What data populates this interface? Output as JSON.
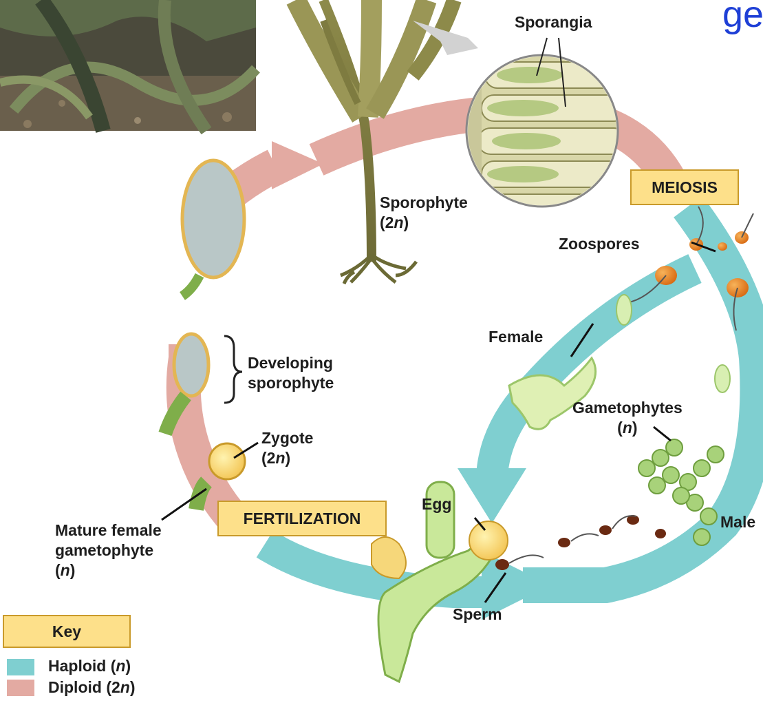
{
  "title_fragment": "ge",
  "labels": {
    "sporangia": "Sporangia",
    "sporophyte": "Sporophyte",
    "sporophyte_ploidy_pre": "(2",
    "sporophyte_ploidy_n": "n",
    "sporophyte_ploidy_post": ")",
    "zoospores": "Zoospores",
    "female": "Female",
    "gametophytes": "Gametophytes",
    "gametophytes_ploidy_pre": "(",
    "gametophytes_ploidy_n": "n",
    "gametophytes_ploidy_post": ")",
    "male": "Male",
    "developing_line1": "Developing",
    "developing_line2": "sporophyte",
    "zygote": "Zygote",
    "zygote_ploidy_pre": "(2",
    "zygote_ploidy_n": "n",
    "zygote_ploidy_post": ")",
    "egg": "Egg",
    "sperm": "Sperm",
    "mature_line1": "Mature female",
    "mature_line2": "gametophyte",
    "mature_ploidy_pre": "(",
    "mature_ploidy_n": "n",
    "mature_ploidy_post": ")"
  },
  "stages": {
    "meiosis": "MEIOSIS",
    "fertilization": "FERTILIZATION"
  },
  "key": {
    "title": "Key",
    "items": [
      {
        "pre": "Haploid (",
        "n": "n",
        "post": ")",
        "color": "#7fcfd0"
      },
      {
        "pre": "Diploid (2",
        "n": "n",
        "post": ")",
        "color": "#e3aaa2"
      }
    ]
  },
  "colors": {
    "haploid": "#7fcfd0",
    "diploid": "#e3aaa2",
    "box_fill": "#fde08a",
    "title_blue": "#1e3fd6"
  },
  "icons": {
    "photo": "kelp-photo-icon",
    "sporophyte": "kelp-sporophyte-icon",
    "sporangia": "sporangia-magnified-icon",
    "zoospore": "zoospore-icon",
    "gametophyte": "gametophyte-icon",
    "egg": "egg-cell-icon",
    "sperm": "sperm-cell-icon",
    "zygote": "zygote-icon"
  }
}
